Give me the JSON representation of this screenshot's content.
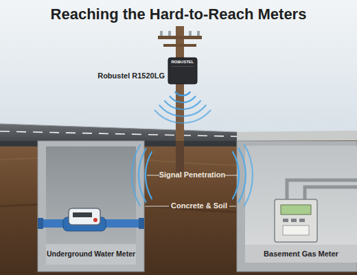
{
  "diagram": {
    "title": "Reaching the Hard-to-Reach Meters",
    "labels": [
      "Robustel R1520LG",
      "ROBUSTEL",
      "Signal Penetration",
      "Concrete & Soil",
      "Underground Water Meter",
      "Basement Gas Meter"
    ]
  }
}
